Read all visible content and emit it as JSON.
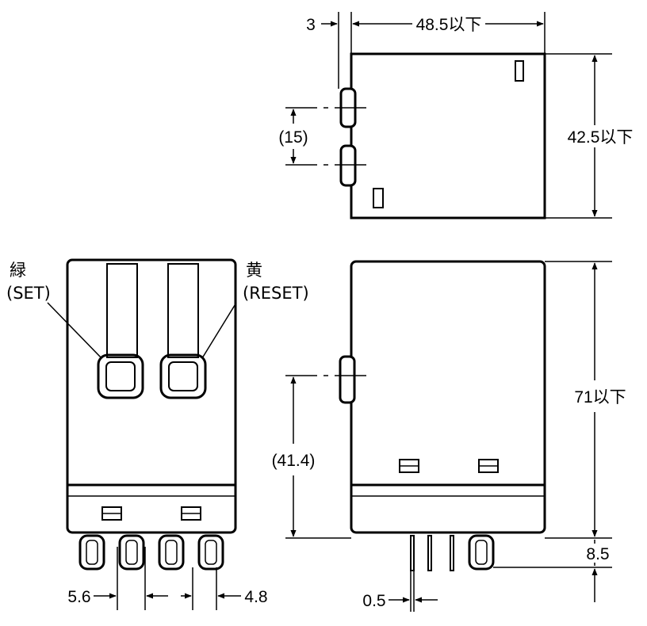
{
  "labels": {
    "green_jp": "緑",
    "green_sub": "(SET)",
    "yellow_jp": "黄",
    "yellow_sub": "(RESET)"
  },
  "dimensions": {
    "top_tab": "3",
    "top_depth": "48.5以下",
    "top_pitch": "(15)",
    "top_height": "42.5以下",
    "side_height": "71以下",
    "side_button_height": "(41.4)",
    "side_pin_length": "8.5",
    "side_pin_width": "0.5",
    "front_pin_spacing_a": "5.6",
    "front_pin_spacing_b": "4.8"
  }
}
